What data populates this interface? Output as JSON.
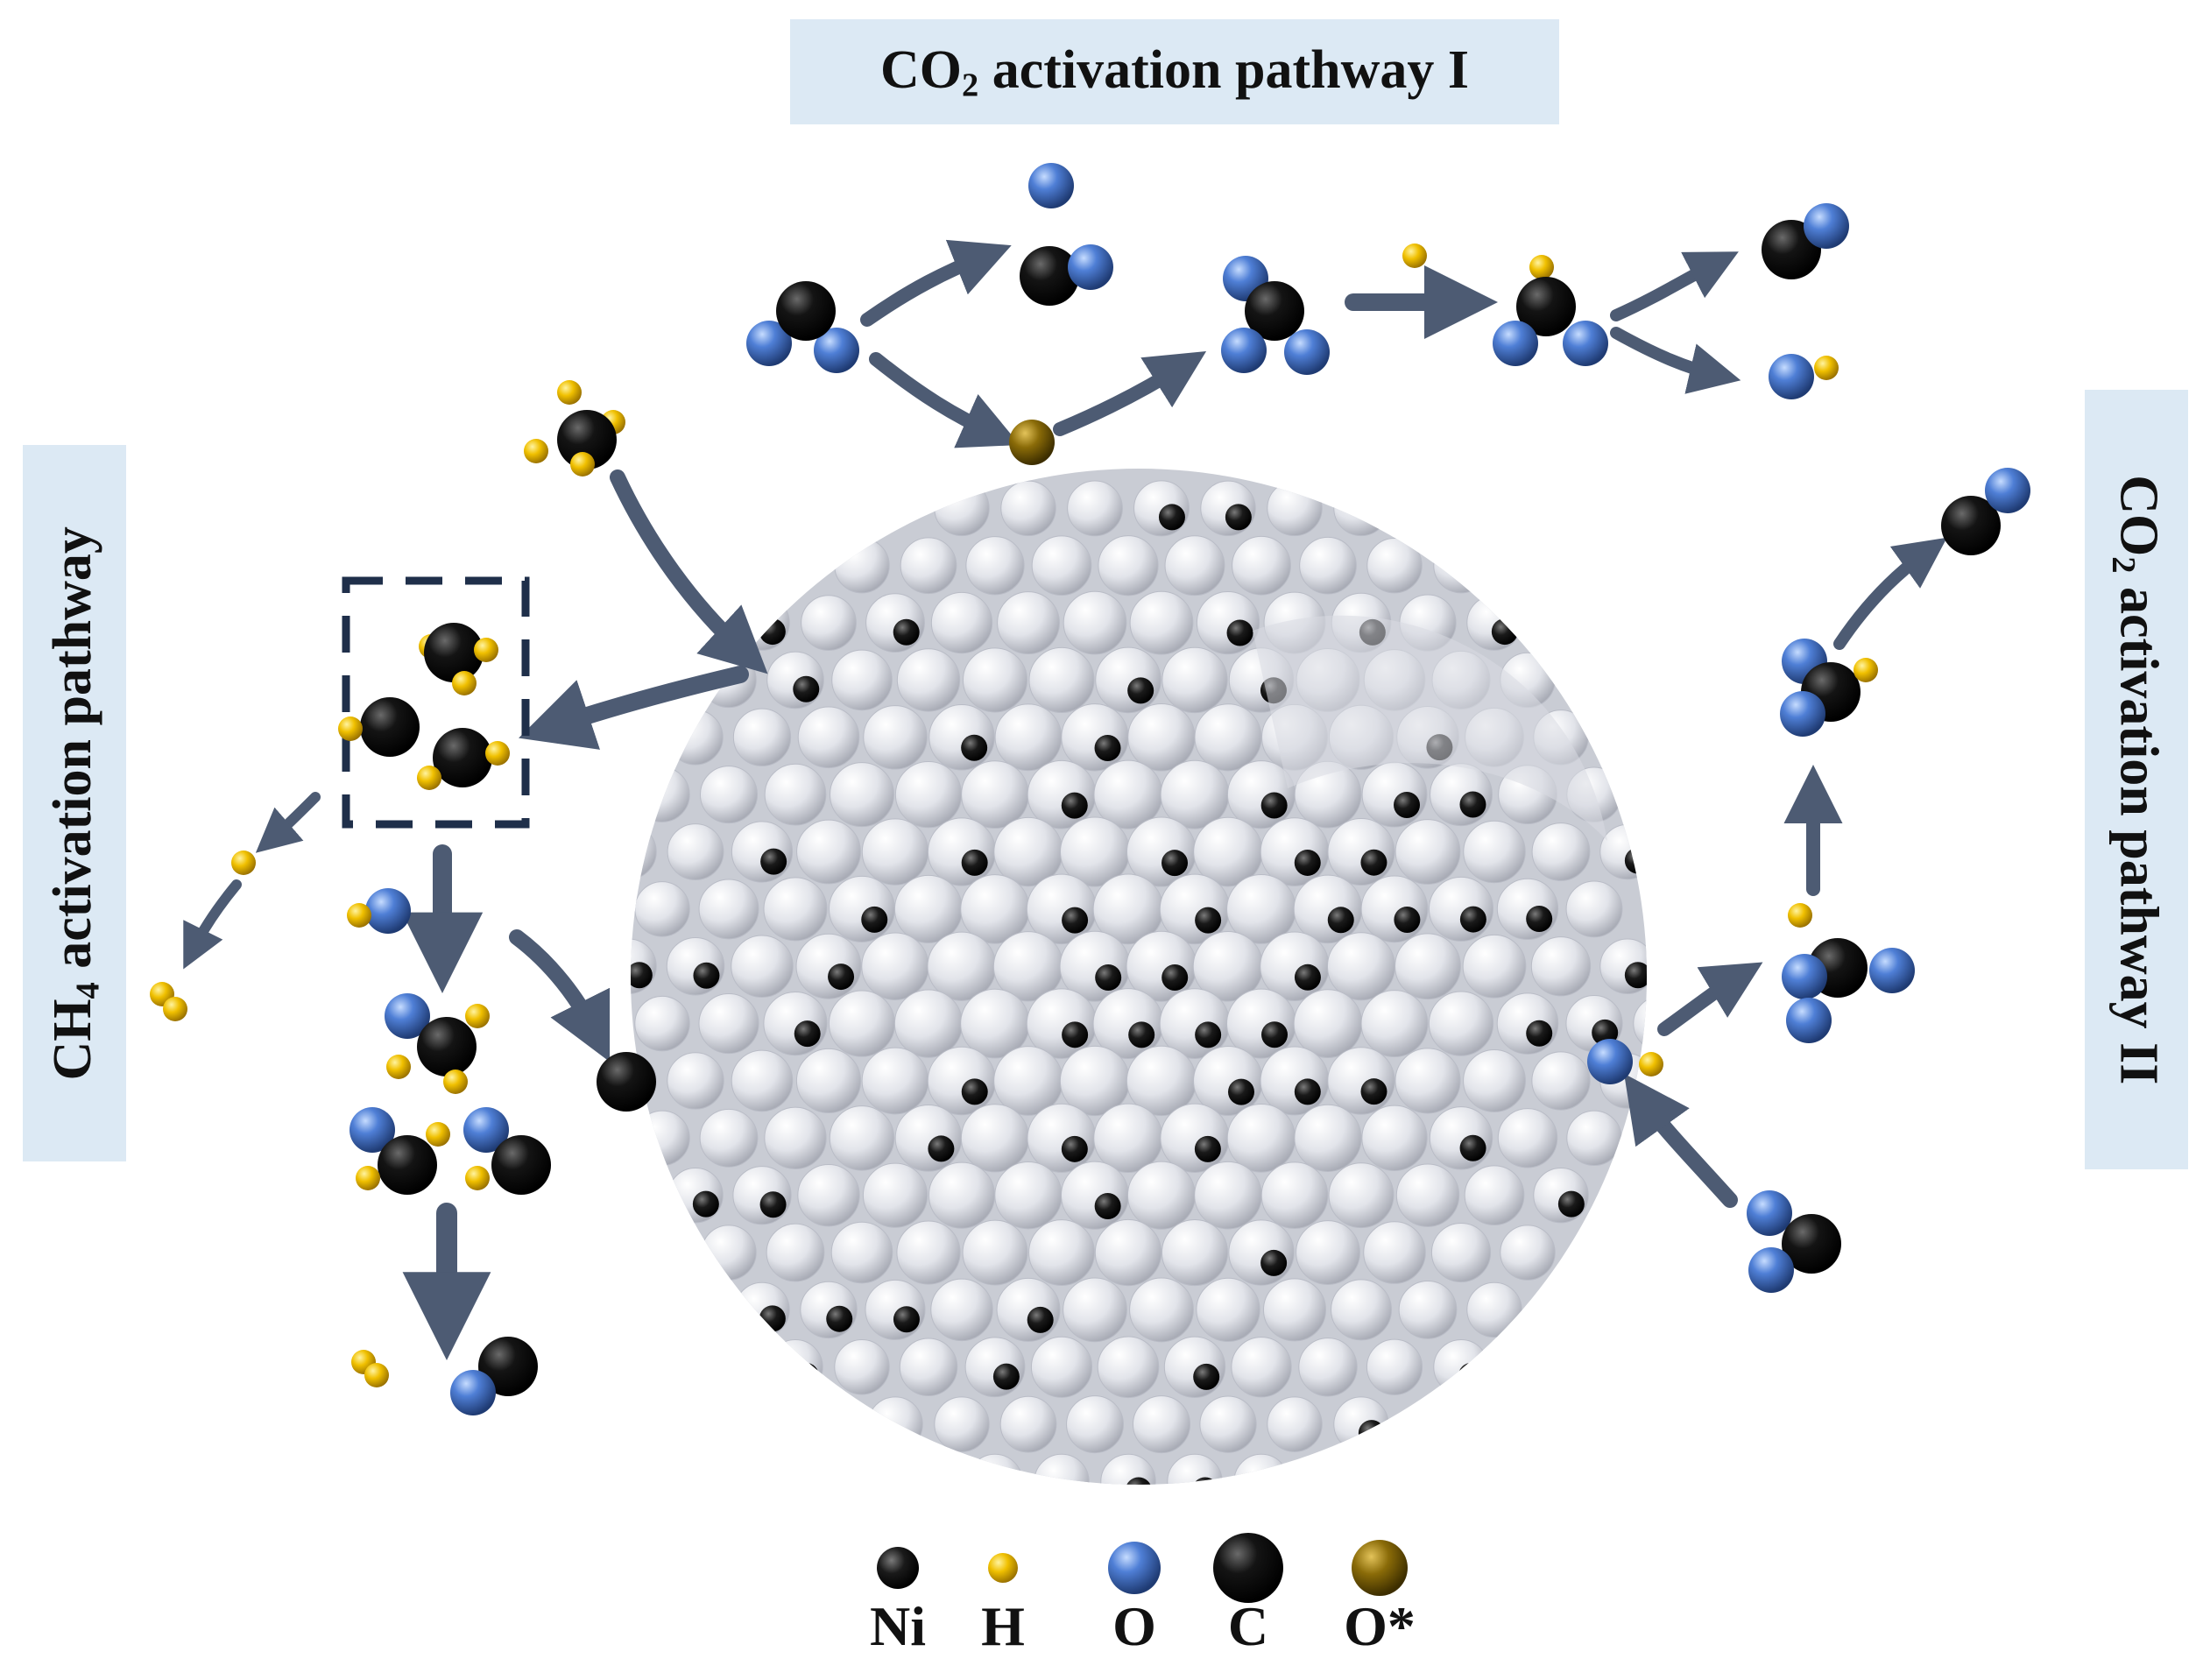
{
  "titles": {
    "co2_pathway_1_prefix": "CO",
    "co2_pathway_1_sub": "2",
    "co2_pathway_1_suffix": " activation pathway I",
    "ch4_pathway_prefix": "CH",
    "ch4_pathway_sub": "4",
    "ch4_pathway_suffix": " activation pathway",
    "co2_pathway_2_prefix": "CO",
    "co2_pathway_2_sub": "2",
    "co2_pathway_2_suffix": " activation pathway II"
  },
  "legend": [
    {
      "label": "Ni",
      "atom": "ni"
    },
    {
      "label": "H",
      "atom": "h"
    },
    {
      "label": "O",
      "atom": "o"
    },
    {
      "label": "C",
      "atom": "c"
    },
    {
      "label": "O*",
      "atom": "ostar"
    }
  ],
  "colors": {
    "title_box_bg": "#dce9f4",
    "arrow": "#4d5b73",
    "ni_atom": "#101010",
    "h_atom": "#f2c200",
    "o_atom": "#4f7fd6",
    "c_atom": "#0b0b0b",
    "o_star_atom": "#8a6b08",
    "cluster_sphere": "#e4e6ec",
    "dashed_box": "#1f2f4a"
  }
}
